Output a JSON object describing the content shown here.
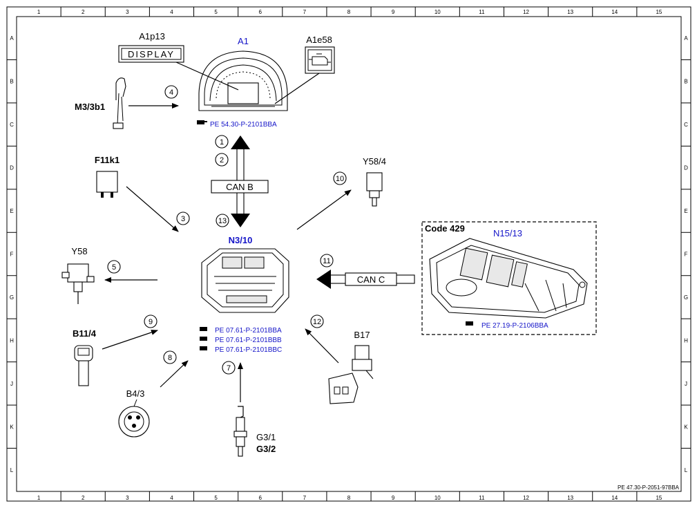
{
  "grid": {
    "columns": [
      "1",
      "2",
      "3",
      "4",
      "5",
      "6",
      "7",
      "8",
      "9",
      "10",
      "11",
      "12",
      "13",
      "14",
      "15"
    ],
    "rows": [
      "A",
      "B",
      "C",
      "D",
      "E",
      "F",
      "G",
      "H",
      "J",
      "K",
      "L"
    ]
  },
  "components": {
    "a1": "A1",
    "a1p13": "A1p13",
    "display_text": "DISPLAY",
    "a1e58": "A1e58",
    "m3_3b1": "M3/3b1",
    "f11k1": "F11k1",
    "y58_4": "Y58/4",
    "y58": "Y58",
    "n3_10": "N3/10",
    "code429": "Code 429",
    "n15_13": "N15/13",
    "b11_4": "B11/4",
    "b4_3": "B4/3",
    "b17": "B17",
    "g3_1": "G3/1",
    "g3_2": "G3/2"
  },
  "bus": {
    "can_b": "CAN B",
    "can_c": "CAN C"
  },
  "refs": {
    "a1_ref": "PE 54.30-P-2101BBA",
    "n3_ref1": "PE 07.61-P-2101BBA",
    "n3_ref2": "PE 07.61-P-2101BBB",
    "n3_ref3": "PE 07.61-P-2101BBC",
    "n15_ref": "PE 27.19-P-2106BBA",
    "doc_id": "PE 47.30-P-2051-97BBA"
  },
  "signals": [
    "1",
    "2",
    "3",
    "4",
    "5",
    "7",
    "8",
    "9",
    "10",
    "11",
    "12",
    "13"
  ],
  "colors": {
    "accent": "#1414c8",
    "line": "#000000",
    "background": "#ffffff"
  }
}
